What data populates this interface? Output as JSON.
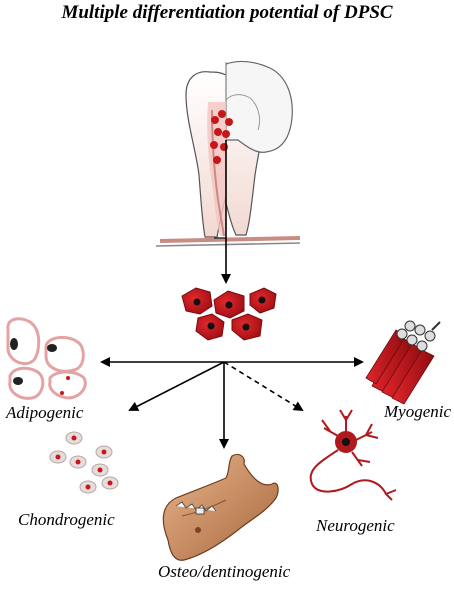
{
  "title": "Multiple differentiation potential of DPSC",
  "labels": {
    "adipogenic": "Adipogenic",
    "myogenic": "Myogenic",
    "chondrogenic": "Chondrogenic",
    "neurogenic": "Neurogenic",
    "osteo": "Osteo/dentinogenic"
  },
  "colors": {
    "cell_red": "#c8171c",
    "cell_dark": "#8b0a0e",
    "muscle_red": "#c0161a",
    "neuron_red": "#b01a1e",
    "bone": "#c88a5a",
    "fat_cell_border": "#e3a3a3"
  }
}
